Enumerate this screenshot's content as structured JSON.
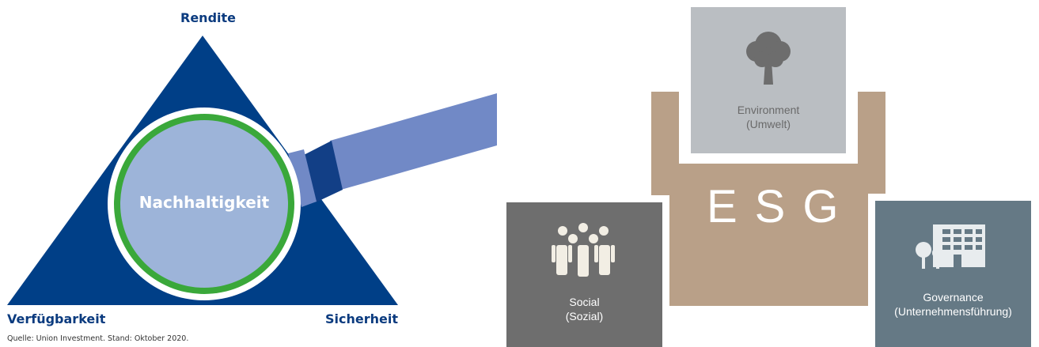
{
  "left_diagram": {
    "top_label": "Rendite",
    "bottom_left_label": "Verfügbarkeit",
    "bottom_right_label": "Sicherheit",
    "center_label": "Nachhaltigkeit",
    "source": "Quelle: Union Investment. Stand: Oktober 2020.",
    "colors": {
      "triangle": "#003f87",
      "lens": "#9db4d9",
      "lens_ring": "#3aa83a",
      "handle": "#7189c6",
      "label": "#0b3b7f"
    }
  },
  "right_diagram": {
    "title": "ESG",
    "environment": {
      "line1": "Environment",
      "line2": "(Umwelt)",
      "icon": "tree-icon"
    },
    "social": {
      "line1": "Social",
      "line2": "(Sozial)",
      "icon": "people-icon"
    },
    "governance": {
      "line1": "Governance",
      "line2": "(Unternehmensführung)",
      "icon": "building-icon"
    },
    "colors": {
      "center": "#b9a088",
      "environment": "#babec2",
      "social": "#6e6e6e",
      "governance": "#657985"
    }
  }
}
